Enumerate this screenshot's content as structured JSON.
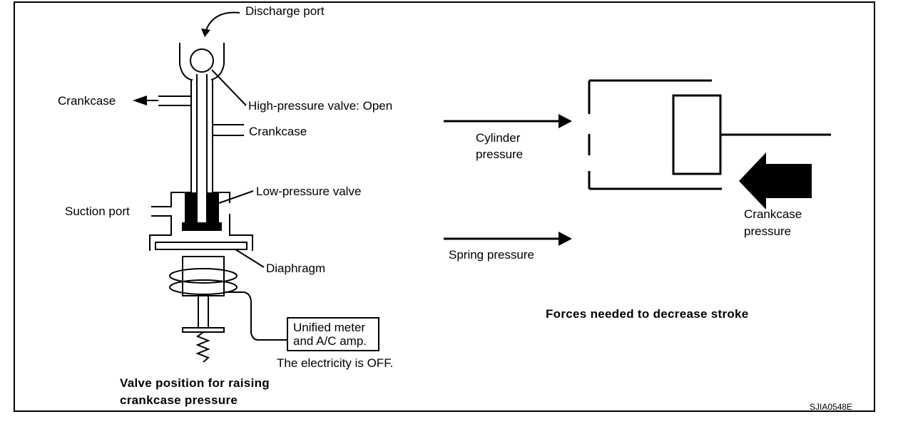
{
  "left_diagram": {
    "labels": {
      "discharge_port": "Discharge port",
      "crankcase_left": "Crankcase",
      "high_pressure_valve": "High-pressure valve: Open",
      "crankcase_right": "Crankcase",
      "low_pressure_valve": "Low-pressure valve",
      "suction_port": "Suction port",
      "diaphragm": "Diaphragm",
      "unified_meter_line1": "Unified meter",
      "unified_meter_line2": "and A/C amp.",
      "electricity": "The electricity is OFF."
    },
    "caption_line1": "Valve position for raising",
    "caption_line2": "crankcase pressure"
  },
  "right_diagram": {
    "labels": {
      "cylinder_line1": "Cylinder",
      "cylinder_line2": "pressure",
      "spring_pressure": "Spring pressure",
      "crankcase_line1": "Crankcase",
      "crankcase_line2": "pressure"
    },
    "caption": "Forces needed to decrease stroke"
  },
  "figure_id": "SJIA0548E"
}
